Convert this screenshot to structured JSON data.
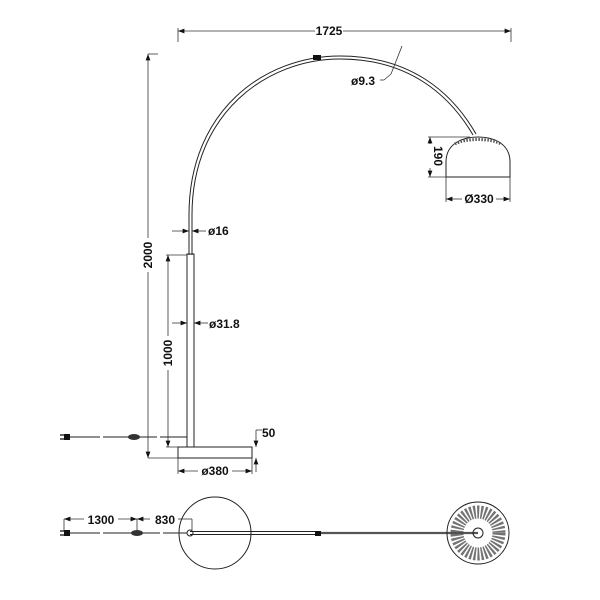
{
  "dimensions": {
    "arc_width": "1725",
    "arc_tube_diameter": "ø9.3",
    "shade_height": "190",
    "shade_diameter": "Ø330",
    "upper_tube_diameter": "ø16",
    "total_height": "2000",
    "lower_tube_diameter": "ø31.8",
    "lower_tube_height": "1000",
    "base_height": "50",
    "base_diameter": "ø380",
    "cord_to_switch": "1300",
    "switch_to_base": "830"
  }
}
